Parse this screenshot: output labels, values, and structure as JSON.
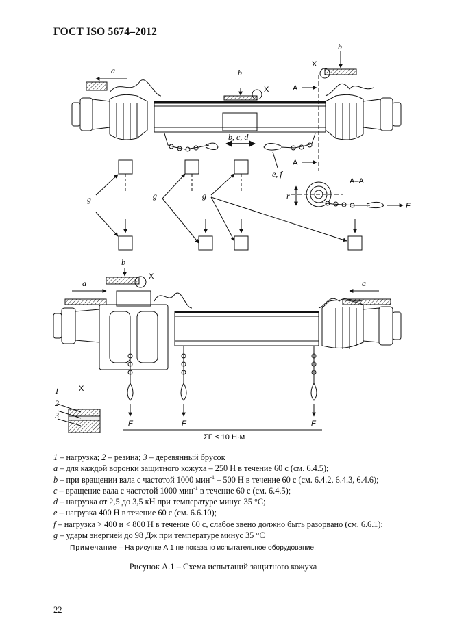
{
  "header": {
    "standard": "ГОСТ ISO 5674–2012"
  },
  "figure": {
    "labels": {
      "a": "a",
      "b": "b",
      "bcd": "b, c, d",
      "ef": "e, f",
      "g": "g",
      "X": "X",
      "A": "A",
      "AA": "A–A",
      "r": "r",
      "F": "F",
      "sumF": "ΣF ≤ 10 Н·м",
      "n1": "1",
      "n2": "2",
      "n3": "3"
    }
  },
  "legend": {
    "line1": {
      "key1": "1",
      "text1": " – нагрузка; ",
      "key2": "2",
      "text2": " – резина; ",
      "key3": "3",
      "text3": " – деревянный брусок"
    },
    "line2": {
      "key": "a",
      "text": " – для каждой воронки защитного кожуха – 250 Н в течение 60 с (см. 6.4.5);"
    },
    "line3": {
      "key": "b",
      "text_a": " – при вращении вала с частотой 1000 мин",
      "sup": "-1",
      "text_b": " – 500 Н в течение 60 с (см. 6.4.2, 6.4.3, 6.4.6);"
    },
    "line4": {
      "key": "c",
      "text_a": " – вращение вала с частотой 1000 мин",
      "sup": "-1",
      "text_b": " в течение 60 с (см. 6.4.5);"
    },
    "line5": {
      "key": "d",
      "text": " – нагрузка от 2,5 до 3,5 кН при температуре минус 35 °С;"
    },
    "line6": {
      "key": "e",
      "text": " – нагрузка 400 Н в течение 60 с (см. 6.6.10);"
    },
    "line7": {
      "key": "f",
      "text": " – нагрузка > 400 и < 800 Н в течение 60 с, слабое звено должно быть разорвано (см. 6.6.1);"
    },
    "line8": {
      "key": "g",
      "text": " – удары энергией до 98 Дж при температуре минус 35 °С"
    }
  },
  "note": {
    "label": "Примечание",
    "text": " – На рисунке А.1 не показано испытательное оборудование."
  },
  "caption": "Рисунок А.1 – Схема испытаний защитного кожуха",
  "page_number": "22"
}
